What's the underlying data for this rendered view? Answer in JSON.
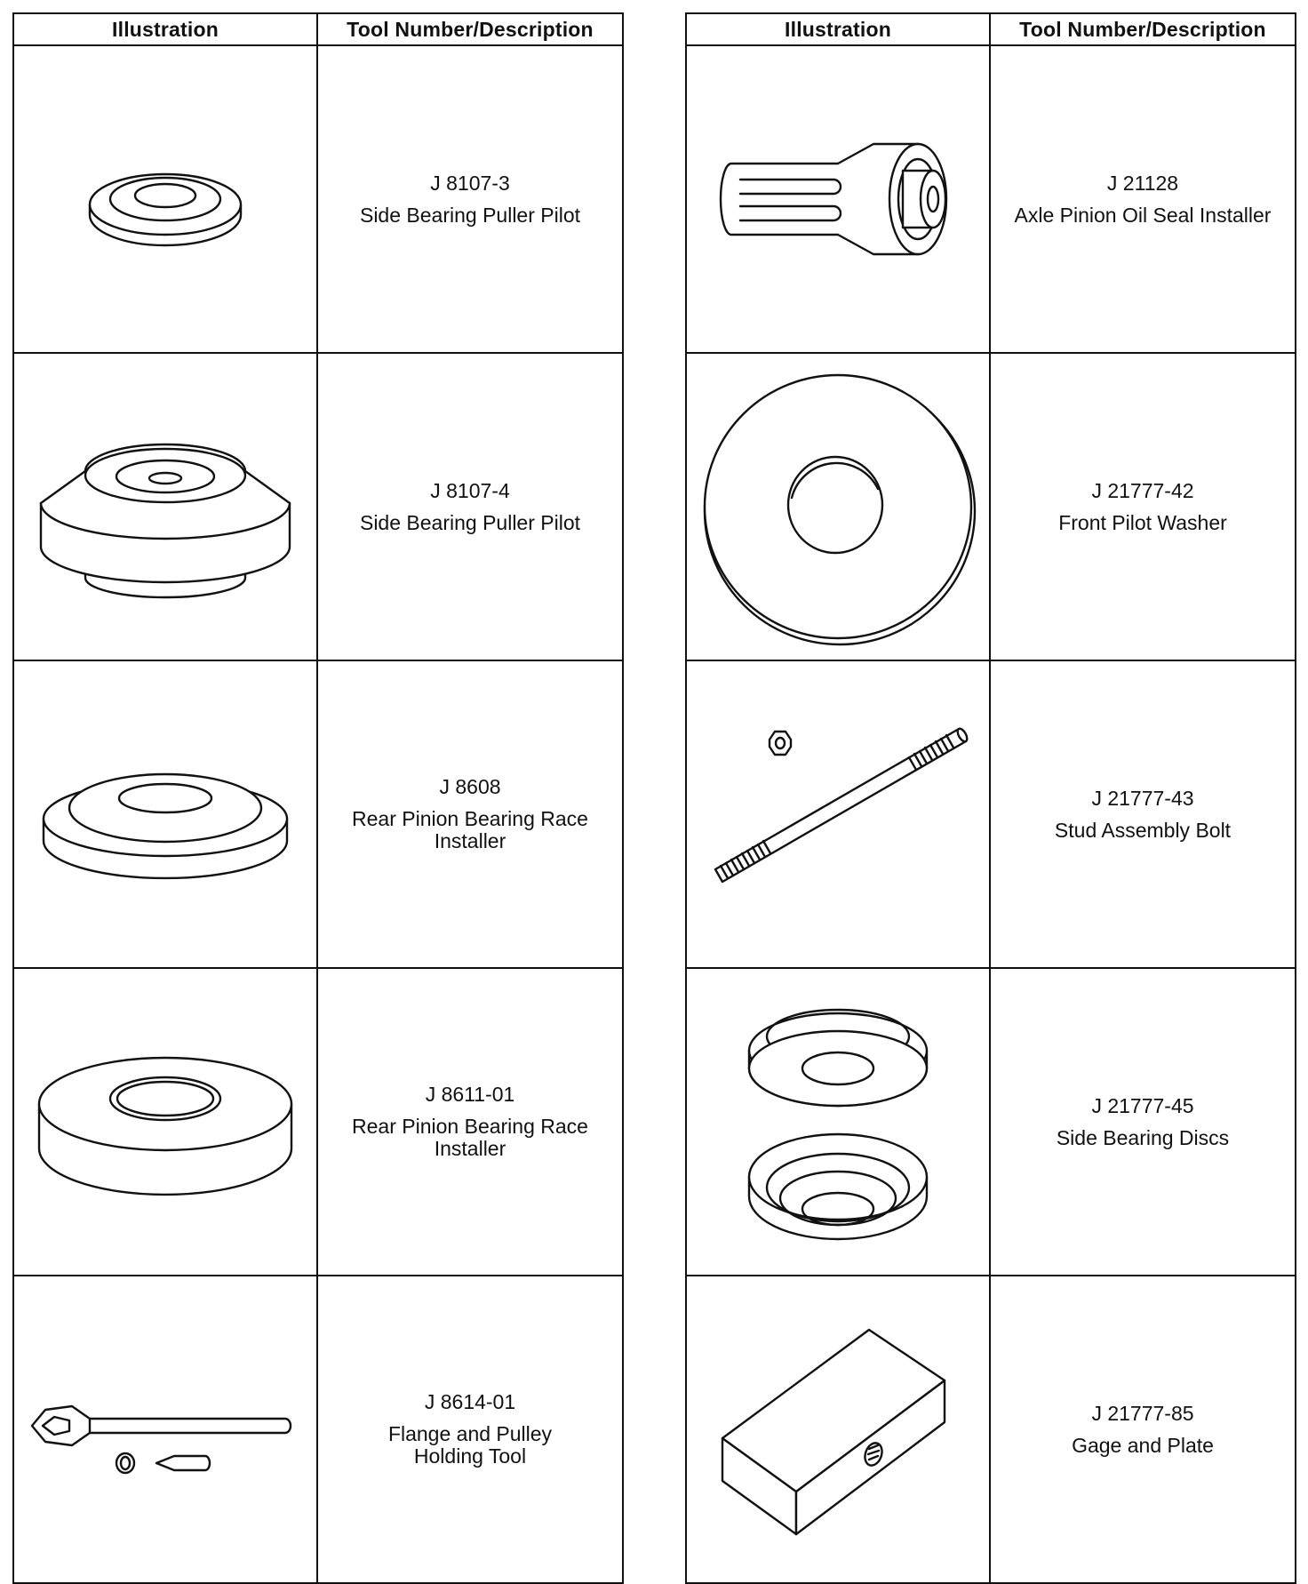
{
  "tables": [
    {
      "headers": {
        "illustration": "Illustration",
        "tool": "Tool Number/Description"
      },
      "rows": [
        {
          "number": "J 8107-3",
          "description": "Side Bearing Puller Pilot",
          "icon": "pilot-ring-icon"
        },
        {
          "number": "J 8107-4",
          "description": "Side Bearing Puller Pilot",
          "icon": "stepped-pilot-icon"
        },
        {
          "number": "J 8608",
          "description": "Rear Pinion Bearing Race\nInstaller",
          "icon": "race-installer-disc-icon"
        },
        {
          "number": "J 8611-01",
          "description": "Rear Pinion Bearing Race\nInstaller",
          "icon": "thick-disc-installer-icon"
        },
        {
          "number": "J 8614-01",
          "description": "Flange and Pulley\nHolding Tool",
          "icon": "holding-tool-icon"
        }
      ]
    },
    {
      "headers": {
        "illustration": "Illustration",
        "tool": "Tool Number/Description"
      },
      "rows": [
        {
          "number": "J 21128",
          "description": "Axle Pinion Oil Seal Installer",
          "icon": "seal-installer-icon"
        },
        {
          "number": "J 21777-42",
          "description": "Front Pilot Washer",
          "icon": "pilot-washer-icon"
        },
        {
          "number": "J 21777-43",
          "description": "Stud Assembly Bolt",
          "icon": "stud-bolt-icon"
        },
        {
          "number": "J 21777-45",
          "description": "Side Bearing Discs",
          "icon": "bearing-discs-icon"
        },
        {
          "number": "J 21777-85",
          "description": "Gage and Plate",
          "icon": "gage-block-icon"
        }
      ]
    }
  ]
}
